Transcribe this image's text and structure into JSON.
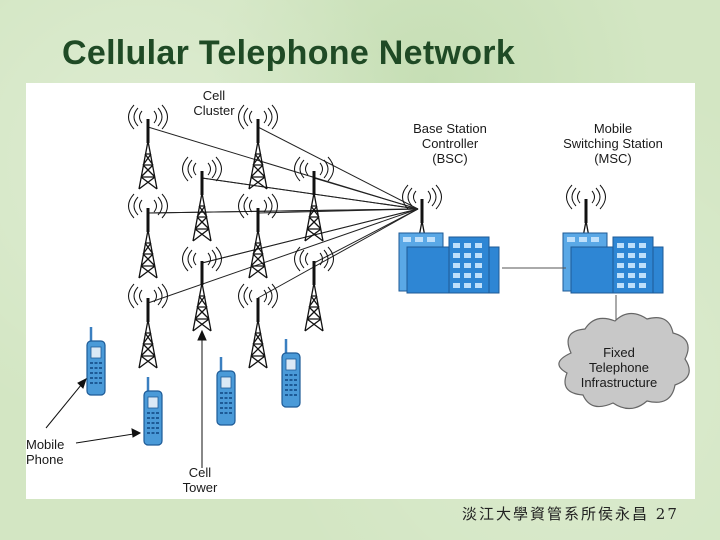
{
  "slide": {
    "title": "Cellular Telephone Network",
    "footer": "淡江大學資管系所侯永昌 27"
  },
  "labels": {
    "cell_cluster": [
      "Cell",
      "Cluster"
    ],
    "bsc": [
      "Base Station",
      "Controller",
      "(BSC)"
    ],
    "msc": [
      "Mobile",
      "Switching Station",
      "(MSC)"
    ],
    "fixed_network": [
      "Fixed",
      "Telephone",
      "Infrastructure"
    ],
    "mobile_phone": [
      "Mobile",
      "Phone"
    ],
    "cell_tower": [
      "Cell",
      "Tower"
    ]
  },
  "icons": {
    "tower": "radio-tower-icon",
    "phone": "mobile-phone-icon",
    "building": "office-building-icon",
    "cloud": "cloud-icon"
  },
  "colors": {
    "title": "#1f4a25",
    "building_blue": "#2e86d4",
    "cloud_gray": "#c8c8c8",
    "phone_blue": "#4a9ad8"
  }
}
